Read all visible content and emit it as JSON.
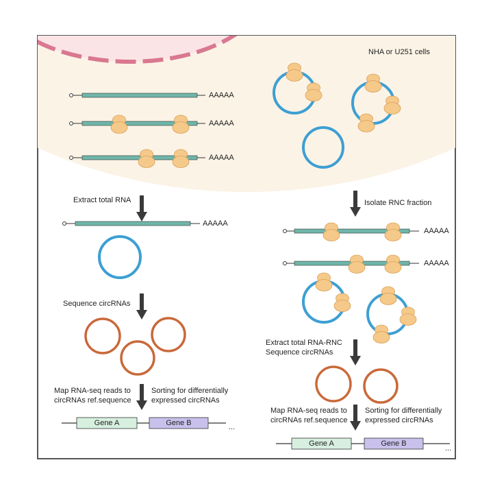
{
  "cell_label": "NHA or U251 cells",
  "polya": "AAAAA",
  "left": {
    "step1": "Extract total RNA",
    "step2": "Sequence circRNAs",
    "map_line1": "Map RNA-seq reads to",
    "map_line2": "circRNAs ref.sequence",
    "sort_line1": "Sorting for differentially",
    "sort_line2": "expressed circRNAs",
    "gene_a": "Gene A",
    "gene_b": "Gene B",
    "ellipsis": "..."
  },
  "right": {
    "step1": "Isolate RNC fraction",
    "step2_line1": "Extract total RNA-RNC",
    "step2_line2": "Sequence circRNAs",
    "map_line1": "Map RNA-seq reads to",
    "map_line2": "circRNAs ref.sequence",
    "sort_line1": "Sorting for differentially",
    "sort_line2": "expressed circRNAs",
    "gene_a": "Gene A",
    "gene_b": "Gene B",
    "ellipsis": "..."
  },
  "colors": {
    "cell_fill": "#fbf3e6",
    "nucleus_fill": "#fbe4e6",
    "nucleus_dash": "#d97890",
    "mrna_fill": "#6fb6a9",
    "ribosome_fill": "#f5c98a",
    "circ_blue": "#3d9fd3",
    "circ_orange": "#c9693a",
    "gene_a_fill": "#d7efdf",
    "gene_b_fill": "#c9c1ec",
    "arrow": "#3a3a3a"
  }
}
